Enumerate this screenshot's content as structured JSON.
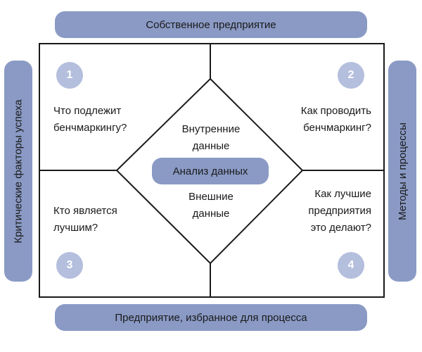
{
  "top_bar": "Собственное предприятие",
  "bottom_bar": "Предприятие, избранное для процесса",
  "left_bar": "Критические факторы успеха",
  "right_bar": "Методы и процессы",
  "quadrants": [
    {
      "number": "1",
      "line1": "Что подлежит",
      "line2": "бенчмаркингу?"
    },
    {
      "number": "2",
      "line1": "Как проводить",
      "line2": "бенчмаркинг?"
    },
    {
      "number": "3",
      "line1": "Кто является",
      "line2": "лучшим?"
    },
    {
      "number": "4",
      "line1": "Как лучшие",
      "line2": "предприятия",
      "line3": "это делают?"
    }
  ],
  "center": {
    "top_line1": "Внутренние",
    "top_line2": "данные",
    "analysis": "Анализ данных",
    "bottom_line1": "Внешние",
    "bottom_line2": "данные"
  },
  "colors": {
    "pill": "#8a9ac5",
    "circle": "#b4bedd",
    "lines": "#1a1a1a"
  }
}
